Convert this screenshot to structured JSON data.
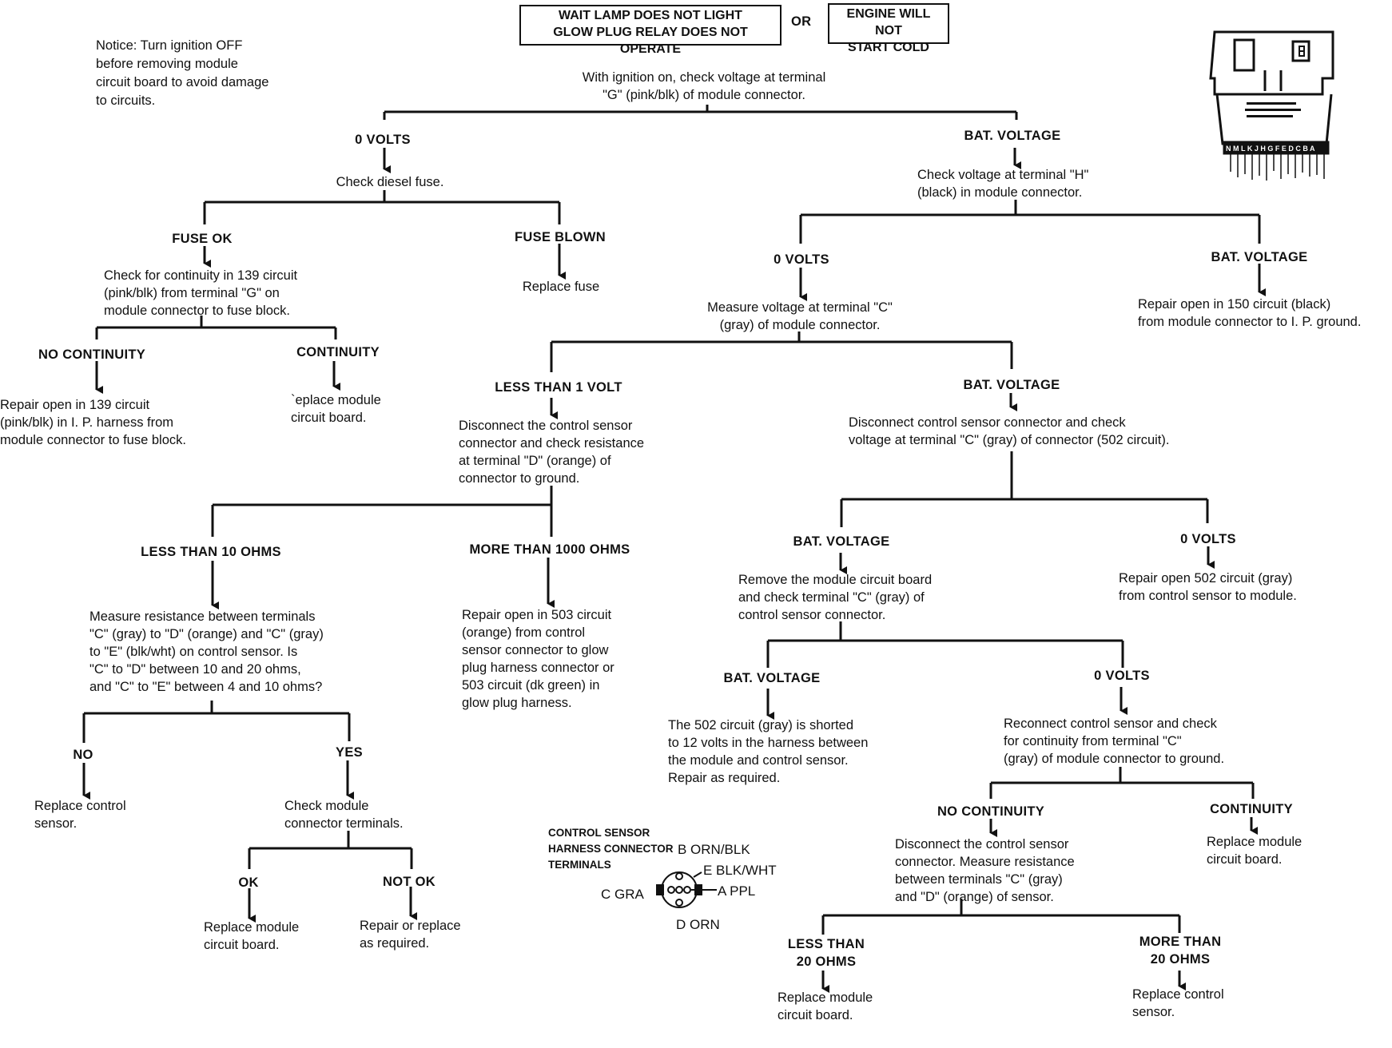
{
  "header": {
    "box_left": "WAIT LAMP DOES NOT LIGHT\nGLOW PLUG RELAY DOES NOT OPERATE",
    "or": "OR",
    "box_right": "ENGINE WILL NOT\nSTART COLD"
  },
  "notice": "Notice: Turn ignition OFF\nbefore removing module\ncircuit board to avoid damage\nto circuits.",
  "connector_diagram": {
    "pins_label": "N M L K J H G F E D C B A"
  },
  "nodes": {
    "start": "With ignition on, check voltage at terminal\n\"G\" (pink/blk) of module connector.",
    "l1_0v": "0 VOLTS",
    "check_fuse": "Check diesel fuse.",
    "fuse_ok": "FUSE OK",
    "check_139": "Check for continuity in 139 circuit\n(pink/blk) from terminal \"G\" on\nmodule connector to fuse block.",
    "no_cont_139": "NO CONTINUITY",
    "repair_139": "Repair open in 139 circuit\n(pink/blk) in I. P. harness from\nmodule connector to fuse block.",
    "cont_139": "CONTINUITY",
    "replace_board_1": "`eplace module\ncircuit board.",
    "fuse_blown": "FUSE BLOWN",
    "replace_fuse": "Replace fuse",
    "l1_bat": "BAT.  VOLTAGE",
    "check_h": "Check voltage at terminal \"H\"\n(black) in module connector.",
    "h_0v": "0 VOLTS",
    "measure_c": "Measure voltage at terminal \"C\"\n(gray) of module connector.",
    "h_bat": "BAT.  VOLTAGE",
    "repair_150": "Repair open in 150 circuit (black)\nfrom module connector to I. P. ground.",
    "lt1v": "LESS THAN 1 VOLT",
    "disconnect_d": "Disconnect the control sensor\nconnector and check resistance\nat terminal \"D\" (orange) of\nconnector to ground.",
    "lt10": "LESS THAN 10 OHMS",
    "measure_ce": "Measure resistance between terminals\n\"C\" (gray) to \"D\" (orange) and \"C\" (gray)\nto \"E\" (blk/wht) on control sensor.  Is\n\"C\" to \"D\" between 10 and 20 ohms,\nand \"C\" to \"E\" between 4 and 10 ohms?",
    "no": "NO",
    "replace_sensor_1": "Replace control\nsensor.",
    "yes": "YES",
    "check_terminals": "Check module\nconnector terminals.",
    "ok": "OK",
    "replace_board_2": "Replace module\ncircuit board.",
    "not_ok": "NOT OK",
    "repair_replace": "Repair or replace\nas required.",
    "gt1000": "MORE THAN 1000 OHMS",
    "repair_503": "Repair open in 503 circuit\n(orange) from control\nsensor connector to glow\nplug harness connector or\n503 circuit (dk green) in\nglow plug harness.",
    "c_bat": "BAT.  VOLTAGE",
    "disconnect_502": "Disconnect control sensor connector and check\nvoltage at terminal \"C\" (gray) of connector (502 circuit).",
    "d_bat": "BAT.  VOLTAGE",
    "remove_board": "Remove the module circuit board\nand check terminal \"C\" (gray) of\ncontrol sensor connector.",
    "e_bat": "BAT.  VOLTAGE",
    "shorted_502": "The 502 circuit (gray) is shorted\nto 12 volts in the harness between\nthe module and control sensor.\nRepair as required.",
    "e_0v": "0 VOLTS",
    "reconnect": "Reconnect control sensor and check\nfor continuity from terminal \"C\"\n(gray) of module connector to ground.",
    "no_cont_2": "NO CONTINUITY",
    "disconnect_cd": "Disconnect the control sensor\nconnector.  Measure resistance\nbetween terminals \"C\" (gray)\nand \"D\" (orange) of sensor.",
    "lt20": "LESS THAN\n20 OHMS",
    "replace_board_3": "Replace module\ncircuit board.",
    "gt20": "MORE THAN\n20 OHMS",
    "replace_sensor_2": "Replace control\nsensor.",
    "cont_2": "CONTINUITY",
    "replace_board_4": "Replace module\ncircuit board.",
    "d_0v": "0 VOLTS",
    "repair_502": "Repair open 502 circuit (gray)\nfrom control sensor to module."
  },
  "sensor_terminals": {
    "title": "CONTROL SENSOR\nHARNESS CONNECTOR\nTERMINALS",
    "b": "B ORN/BLK",
    "e": "E BLK/WHT",
    "a": "A PPL",
    "c": "C GRA",
    "d": "D ORN"
  }
}
